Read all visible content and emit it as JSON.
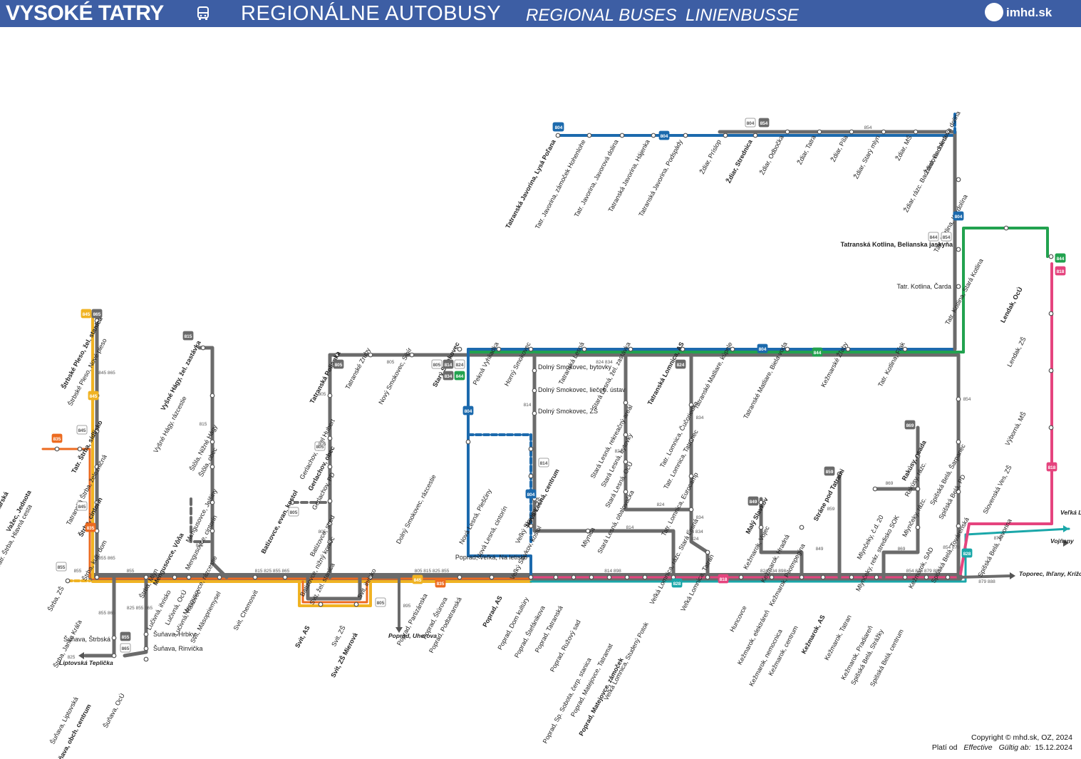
{
  "header": {
    "region": "VYSOKÉ TATRY",
    "title_sk": "REGIONÁLNE AUTOBUSY",
    "title_en": "REGIONAL BUSES",
    "title_de": "LINIENBUSSE",
    "logo_text": "imhd.sk"
  },
  "colors": {
    "header_bg": "#3d5ea4",
    "line_gray": "#6b6b6b",
    "line_804": "#1c6aad",
    "line_844": "#22a24f",
    "line_818": "#e5447e",
    "line_828": "#1aa7a9",
    "line_835": "#ec6b20",
    "line_845": "#f0b323"
  },
  "footer": {
    "copyright": "Copyright © mhd.sk, OZ, 2024",
    "valid_sk": "Platí od",
    "valid_en": "Effective",
    "valid_de": "Gültig ab:",
    "valid_date": "15.12.2024"
  },
  "stops": [
    {
      "id": "s001",
      "text": "Tatranská Javorina, Lysá Poľana"
    },
    {
      "id": "s002",
      "text": "Tatr. Javorina, zámoček Hohenlohe"
    },
    {
      "id": "s003",
      "text": "Tatr. Javorina, Javorová dolina"
    },
    {
      "id": "s004",
      "text": "Tatranská Javorina, Hájenka"
    },
    {
      "id": "s005",
      "text": "Tatranská Javorina, Podspády"
    },
    {
      "id": "s006",
      "text": "Ždiar, Príslop"
    },
    {
      "id": "s007",
      "text": "Ždiar, Strednica"
    },
    {
      "id": "s008",
      "text": "Ždiar, Odbočka"
    },
    {
      "id": "s009",
      "text": "Ždiar, Tatra"
    },
    {
      "id": "s010",
      "text": "Ždiar, Píla"
    },
    {
      "id": "s011",
      "text": "Ždiar, Starý mlyn"
    },
    {
      "id": "s012",
      "text": "Ždiar, MŠ"
    },
    {
      "id": "s013",
      "text": "Ždiar, rázc. Bachledova dolina"
    },
    {
      "id": "s014",
      "text": "Ždiar, Bachledova dolina"
    },
    {
      "id": "s015",
      "text": "Tatr. Kotlina, Kardolína"
    },
    {
      "id": "s016",
      "text": "Tatranská Kotlina, Belianska jaskyňa"
    },
    {
      "id": "s017",
      "text": "Tatr. Kotlina, Čarda"
    },
    {
      "id": "s018",
      "text": "Tatr. Kotlina, Stará Kotlina"
    },
    {
      "id": "s019",
      "text": "Tatr. Kotlina, Fľak"
    },
    {
      "id": "s020",
      "text": "Kežmarské Žľaby"
    },
    {
      "id": "s021",
      "text": "Tatranské Matliare, Biela voda"
    },
    {
      "id": "s022",
      "text": "Tatranské Matliare, kúpele"
    },
    {
      "id": "s023",
      "text": "Tatranská Lomnica, AS"
    },
    {
      "id": "s024",
      "text": "Stará Lesná, žel. zastávka"
    },
    {
      "id": "s025",
      "text": "Tatranská Lesná"
    },
    {
      "id": "s026",
      "text": "Horný Smokovec"
    },
    {
      "id": "s027",
      "text": "Pekná Vyhliadka"
    },
    {
      "id": "s028",
      "text": "Starý Smokovec"
    },
    {
      "id": "s029",
      "text": "Nový Smokovec, Sibír"
    },
    {
      "id": "s030",
      "text": "Tatranské Zruby"
    },
    {
      "id": "s031",
      "text": "Tatranská Polianka"
    },
    {
      "id": "s032",
      "text": "Gerlachov, hotel Hubert"
    },
    {
      "id": "s033",
      "text": "Gerlachov, obec"
    },
    {
      "id": "s034",
      "text": "Gerlachov, PD"
    },
    {
      "id": "s035",
      "text": "Batizovce, stred"
    },
    {
      "id": "s036",
      "text": "Batizovce, nižný koniec"
    },
    {
      "id": "s037",
      "text": "Svit, žel. stanica"
    },
    {
      "id": "s038",
      "text": "Batizovce, evan. kostol"
    },
    {
      "id": "s039",
      "text": "Vyšné Hágy, žel. zastávka"
    },
    {
      "id": "s040",
      "text": "Vyšné Hágy, rázcestie"
    },
    {
      "id": "s041",
      "text": "Štôla, Nižné Hágy"
    },
    {
      "id": "s042",
      "text": "Štôla, obec"
    },
    {
      "id": "s043",
      "text": "Mengusovce, Jelšiny"
    },
    {
      "id": "s044",
      "text": "Mengusovce, cintorín"
    },
    {
      "id": "s045",
      "text": "Mengusovce, rázcestie"
    },
    {
      "id": "s046",
      "text": "Mengusovce, Vôňa"
    },
    {
      "id": "s047",
      "text": "Štrbské Pleso, žel. stanica"
    },
    {
      "id": "s048",
      "text": "Štrbské Pleso, Nové pleso"
    },
    {
      "id": "s049",
      "text": "Tatr. Štrba, sídlisko"
    },
    {
      "id": "s050",
      "text": "Tatranská Štrba, železničná"
    },
    {
      "id": "s051",
      "text": "Štrba, cintorín"
    },
    {
      "id": "s052",
      "text": "Štrba, kult. dom"
    },
    {
      "id": "s053",
      "text": "Važec, Vemarská"
    },
    {
      "id": "s054",
      "text": "Važec, Jednota"
    },
    {
      "id": "s055",
      "text": "Tatr. Štrba, Hlavná cesta"
    },
    {
      "id": "s056",
      "text": "Štrba, ZŠ"
    },
    {
      "id": "s057",
      "text": "Štrba, Janka Kráľa"
    },
    {
      "id": "s058",
      "text": "Štrba, Mlyn"
    },
    {
      "id": "s059",
      "text": "Lučivná, ihrisko"
    },
    {
      "id": "s060",
      "text": "Lučivná, OcÚ"
    },
    {
      "id": "s061",
      "text": "Lučivná, Rakovec"
    },
    {
      "id": "s062",
      "text": "Svit, Mäsopriemysel"
    },
    {
      "id": "s063",
      "text": "Svit, Chemosvit"
    },
    {
      "id": "s064",
      "text": "Svit, AS"
    },
    {
      "id": "s065",
      "text": "Svit, ZŠ"
    },
    {
      "id": "s066",
      "text": "Svit, ZŠ Mierová"
    },
    {
      "id": "s067",
      "text": "Svit, ihrisko"
    },
    {
      "id": "s068",
      "text": "Šuňava, Štrbská"
    },
    {
      "id": "s069",
      "text": "Šuňava, Hrbky"
    },
    {
      "id": "s070",
      "text": "Šuňava, Rinvička"
    },
    {
      "id": "s071",
      "text": "Šuňava, Liptovská"
    },
    {
      "id": "s072",
      "text": "Šuňava, obch. centrum"
    },
    {
      "id": "s073",
      "text": "Šuňava, OcÚ"
    },
    {
      "id": "s074",
      "text": "Poprad, Partizánska"
    },
    {
      "id": "s075",
      "text": "Poprad, Štúrova"
    },
    {
      "id": "s076",
      "text": "Poprad, Podtatranská"
    },
    {
      "id": "s077",
      "text": "Poprad, AS"
    },
    {
      "id": "s078",
      "text": "Poprad, Dom kultúry"
    },
    {
      "id": "s079",
      "text": "Poprad, Štefánikova"
    },
    {
      "id": "s080",
      "text": "Poprad, Tatranská"
    },
    {
      "id": "s081",
      "text": "Poprad, Ružový sad"
    },
    {
      "id": "s082",
      "text": "Poprad, Sp. Sobota, čerp. stanica"
    },
    {
      "id": "s083",
      "text": "Poprad, Matejovce, Tatramat"
    },
    {
      "id": "s084",
      "text": "Poprad, Matejovce, zámoček"
    },
    {
      "id": "s085",
      "text": "Veľká Lomnica, Studený Potok"
    },
    {
      "id": "s086",
      "text": "Poprad, Veľká, Na letisko"
    },
    {
      "id": "s087",
      "text": "Dolný Smokovec, rázcestie"
    },
    {
      "id": "s088",
      "text": "Dolný Smokovec, bytovky"
    },
    {
      "id": "s089",
      "text": "Dolný Smokovec, liečeb. ústav"
    },
    {
      "id": "s090",
      "text": "Dolný Smokovec, ZŠ"
    },
    {
      "id": "s091",
      "text": "Nová Lesná, Pleščiny"
    },
    {
      "id": "s092",
      "text": "Nová Lesná, cintorín"
    },
    {
      "id": "s093",
      "text": "Nová Lesná, centrum"
    },
    {
      "id": "s094",
      "text": "Veľký Slavkov, ZŠ"
    },
    {
      "id": "s095",
      "text": "Veľký Slavkov, kostol"
    },
    {
      "id": "s096",
      "text": "Mlynica"
    },
    {
      "id": "s097",
      "text": "Stará Lesná, rekreačný areál"
    },
    {
      "id": "s098",
      "text": "Stará Lesná, bytovky"
    },
    {
      "id": "s099",
      "text": "Stará Lesná, OcÚ"
    },
    {
      "id": "s100",
      "text": "Stará Lesná, obalovačka"
    },
    {
      "id": "s101",
      "text": "Tatr. Lomnica, Čučoriedka"
    },
    {
      "id": "s102",
      "text": "Tatr. Lomnica, Tatranec"
    },
    {
      "id": "s103",
      "text": "Tatr. Lomnica, Eurocamp"
    },
    {
      "id": "s104",
      "text": "Veľká Lomnica, rázc. Stará Lesná"
    },
    {
      "id": "s105",
      "text": "Veľká Lomnica, Tatran"
    },
    {
      "id": "s106",
      "text": "Huncovce"
    },
    {
      "id": "s107",
      "text": "Kežmarok, elektráreň"
    },
    {
      "id": "s108",
      "text": "Kežmarok, nemocnica"
    },
    {
      "id": "s109",
      "text": "Kežmarok, centrum"
    },
    {
      "id": "s110",
      "text": "Kežmarok, AS"
    },
    {
      "id": "s111",
      "text": "Kežmarok, Tatran"
    },
    {
      "id": "s112",
      "text": "Kežmarok, Pradiareň"
    },
    {
      "id": "s113",
      "text": "Spišská Belá, Strážky"
    },
    {
      "id": "s114",
      "text": "Spišská Belá, centrum"
    },
    {
      "id": "s115",
      "text": "Malý Slavkov"
    },
    {
      "id": "s116",
      "text": "Kežmarok, Vojec"
    },
    {
      "id": "s117",
      "text": "Kežmarok, Hradná"
    },
    {
      "id": "s118",
      "text": "Kežmarok, Pilotmpegina"
    },
    {
      "id": "s119",
      "text": "Stráne pod Tatrami"
    },
    {
      "id": "s120",
      "text": "Rakúsy, osada"
    },
    {
      "id": "s121",
      "text": "Rakúsy, rázc."
    },
    {
      "id": "s122",
      "text": "Mlynčeky, rázc."
    },
    {
      "id": "s123",
      "text": "Mlynčeky, rekr. stredisko SOK"
    },
    {
      "id": "s124",
      "text": "Mlynčeky, č.d. 20"
    },
    {
      "id": "s125",
      "text": "Kežmarok, SAD"
    },
    {
      "id": "s126",
      "text": "Spišská Belá, Šarpanec"
    },
    {
      "id": "s127",
      "text": "Spišská Belá, PD"
    },
    {
      "id": "s128",
      "text": "Spišská Belá, Továrenská"
    },
    {
      "id": "s129",
      "text": "Spišská Belá, Javorina"
    },
    {
      "id": "s130",
      "text": "Slovenská Ves, ZŠ"
    },
    {
      "id": "s131",
      "text": "Výborná, MŠ"
    },
    {
      "id": "s132",
      "text": "Lendak, ZŠ"
    },
    {
      "id": "s133",
      "text": "Lendak, OcÚ"
    }
  ],
  "plain_labels": [
    {
      "id": "p01",
      "text": "Veľká Lesná"
    },
    {
      "id": "p02",
      "text": "Vojňany"
    },
    {
      "id": "p03",
      "text": "Toporec, Ihľany, Krížová Ves"
    },
    {
      "id": "p04",
      "text": "Poprad, Uherova"
    },
    {
      "id": "p05",
      "text": "Liptovská Teplička"
    }
  ],
  "route_badges": [
    {
      "id": "b01",
      "text": "804"
    },
    {
      "id": "b02",
      "text": "804"
    },
    {
      "id": "b03",
      "text": "804"
    },
    {
      "id": "b04",
      "text": "854"
    },
    {
      "id": "b05",
      "text": "804"
    },
    {
      "id": "b06",
      "text": "844"
    },
    {
      "id": "b07",
      "text": "854"
    },
    {
      "id": "b08",
      "text": "804"
    },
    {
      "id": "b09",
      "text": "844"
    },
    {
      "id": "b10",
      "text": "818"
    },
    {
      "id": "b11",
      "text": "844"
    },
    {
      "id": "b12",
      "text": "804"
    },
    {
      "id": "b13",
      "text": "805"
    },
    {
      "id": "b14",
      "text": "805"
    },
    {
      "id": "b15",
      "text": "814"
    },
    {
      "id": "b16",
      "text": "824"
    },
    {
      "id": "b17",
      "text": "834"
    },
    {
      "id": "b18",
      "text": "844"
    },
    {
      "id": "b19",
      "text": "804"
    },
    {
      "id": "b20",
      "text": "814"
    },
    {
      "id": "b21",
      "text": "804"
    },
    {
      "id": "b22",
      "text": "824"
    },
    {
      "id": "b23",
      "text": "845"
    },
    {
      "id": "b24",
      "text": "865"
    },
    {
      "id": "b25",
      "text": "845"
    },
    {
      "id": "b26",
      "text": "845"
    },
    {
      "id": "b27",
      "text": "845"
    },
    {
      "id": "b28",
      "text": "835"
    },
    {
      "id": "b29",
      "text": "835"
    },
    {
      "id": "b30",
      "text": "855"
    },
    {
      "id": "b31",
      "text": "815"
    },
    {
      "id": "b32",
      "text": "805"
    },
    {
      "id": "b33",
      "text": "805"
    },
    {
      "id": "b34",
      "text": "805"
    },
    {
      "id": "b35",
      "text": "845"
    },
    {
      "id": "b36",
      "text": "835"
    },
    {
      "id": "b37",
      "text": "855"
    },
    {
      "id": "b38",
      "text": "865"
    },
    {
      "id": "b39",
      "text": "828"
    },
    {
      "id": "b40",
      "text": "818"
    },
    {
      "id": "b41",
      "text": "828"
    },
    {
      "id": "b42",
      "text": "818"
    },
    {
      "id": "b43",
      "text": "869"
    },
    {
      "id": "b44",
      "text": "859"
    },
    {
      "id": "b45",
      "text": "849"
    },
    {
      "id": "b46",
      "text": "854"
    },
    {
      "id": "b47",
      "text": "844"
    }
  ],
  "line_numbers": [
    {
      "id": "n01",
      "text": "854"
    },
    {
      "id": "n02",
      "text": "805"
    },
    {
      "id": "n03",
      "text": "805"
    },
    {
      "id": "n04",
      "text": "805"
    },
    {
      "id": "n05",
      "text": "824 834"
    },
    {
      "id": "n06",
      "text": "814"
    },
    {
      "id": "n07",
      "text": "824"
    },
    {
      "id": "n08",
      "text": "834"
    },
    {
      "id": "n09",
      "text": "834"
    },
    {
      "id": "n10",
      "text": "824"
    },
    {
      "id": "n11",
      "text": "814"
    },
    {
      "id": "n12",
      "text": "814 898"
    },
    {
      "id": "n13",
      "text": "824 834 898"
    },
    {
      "id": "n14",
      "text": "854 878 879 888"
    },
    {
      "id": "n15",
      "text": "879 888"
    },
    {
      "id": "n16",
      "text": "878"
    },
    {
      "id": "n17",
      "text": "854"
    },
    {
      "id": "n18",
      "text": "854 878"
    },
    {
      "id": "n19",
      "text": "869"
    },
    {
      "id": "n20",
      "text": "869"
    },
    {
      "id": "n21",
      "text": "849"
    },
    {
      "id": "n22",
      "text": "859"
    },
    {
      "id": "n23",
      "text": "815"
    },
    {
      "id": "n24",
      "text": "815"
    },
    {
      "id": "n25",
      "text": "805 815 825 855"
    },
    {
      "id": "n26",
      "text": "815 825 855 865"
    },
    {
      "id": "n27",
      "text": "855"
    },
    {
      "id": "n28",
      "text": "855"
    },
    {
      "id": "n29",
      "text": "845 865"
    },
    {
      "id": "n30",
      "text": "855 865"
    },
    {
      "id": "n31",
      "text": "855 865"
    },
    {
      "id": "n32",
      "text": "825 855 865"
    },
    {
      "id": "n33",
      "text": "825"
    },
    {
      "id": "n34",
      "text": "895"
    },
    {
      "id": "n35",
      "text": "824 834"
    },
    {
      "id": "n36",
      "text": "805"
    },
    {
      "id": "n37",
      "text": "824"
    }
  ]
}
